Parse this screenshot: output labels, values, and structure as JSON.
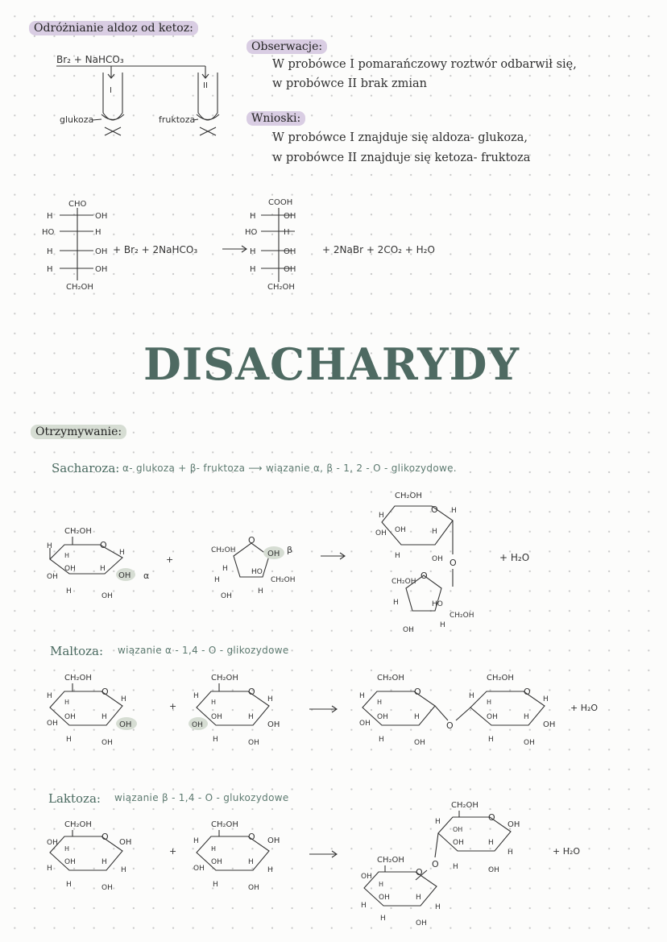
{
  "section1": {
    "title": "Odróżnianie aldoz od ketoz:",
    "reagents": "Br₂ + NaHCO₃",
    "tube1": "I",
    "tube2": "II",
    "left_label": "glukoza",
    "right_label": "fruktoza",
    "observations_title": "Obserwacje:",
    "observations_line1": "W probówce I pomarańczowy roztwór odbarwił się,",
    "observations_line2": "w probówce II brak zmian",
    "conclusions_title": "Wnioski:",
    "conclusions_line1": "W probówce I znajduje się aldoza- glukoza,",
    "conclusions_line2": "w probówce II znajduje się ketoza- fruktoza"
  },
  "reaction1": {
    "left_top": "CHO",
    "right_top": "COOH",
    "bottom": "CH₂OH",
    "H": "H",
    "OH": "OH",
    "HO": "HO",
    "reagents": "+ Br₂ + 2NaHCO₃",
    "products": "+ 2NaBr + 2CO₂ + H₂O"
  },
  "main_title": "DISACHARYDY",
  "section2": {
    "title": "Otrzymywanie:",
    "sacharoza_label": "Sacharoza:",
    "sacharoza_eq": "α- glukoza + β- fruktoza ⟶ wiązanie α, β - 1, 2 - O - glikozydowe.",
    "maltoza_label": "Maltoza:",
    "maltoza_eq": "wiązanie α - 1,4 - O - glikozydowe",
    "laktoza_label": "Laktoza:",
    "laktoza_eq": "wiązanie β - 1,4 - O - glukozydowe"
  },
  "chem": {
    "CH2OH": "CH₂OH",
    "H": "H",
    "OH": "OH",
    "HO": "HO",
    "O": "O",
    "plus": "+",
    "water": "+ H₂O",
    "alpha": "α",
    "beta": "β"
  }
}
